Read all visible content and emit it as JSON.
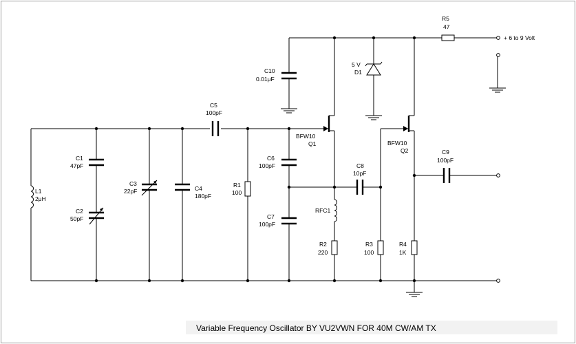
{
  "title": "Variable Frequency Oscillator BY VU2VWN FOR 40M  CW/AM TX",
  "supply_label": "+ 6 to 9 Volt",
  "components": {
    "L1": {
      "ref": "L1",
      "value": "2μH"
    },
    "C1": {
      "ref": "C1",
      "value": "47pF"
    },
    "C2": {
      "ref": "C2",
      "value": "50pF"
    },
    "C3": {
      "ref": "C3",
      "value": "22pF"
    },
    "C4": {
      "ref": "C4",
      "value": "180pF"
    },
    "C5": {
      "ref": "C5",
      "value": "100pF"
    },
    "R1": {
      "ref": "R1",
      "value": "100"
    },
    "C10": {
      "ref": "C10",
      "value": "0.01μF"
    },
    "C6": {
      "ref": "C6",
      "value": "100pF"
    },
    "C7": {
      "ref": "C7",
      "value": "100pF"
    },
    "Q1": {
      "ref": "Q1",
      "value": "BFW10"
    },
    "RFC1": {
      "ref": "RFC1"
    },
    "R2": {
      "ref": "R2",
      "value": "220"
    },
    "C8": {
      "ref": "C8",
      "value": "10pF"
    },
    "D1": {
      "ref": "D1",
      "value": "5 V"
    },
    "R3": {
      "ref": "R3",
      "value": "100"
    },
    "Q2": {
      "ref": "Q2",
      "value": "BFW10"
    },
    "R4": {
      "ref": "R4",
      "value": "1K"
    },
    "R5": {
      "ref": "R5",
      "value": "47"
    },
    "C9": {
      "ref": "C9",
      "value": "100pF"
    }
  }
}
